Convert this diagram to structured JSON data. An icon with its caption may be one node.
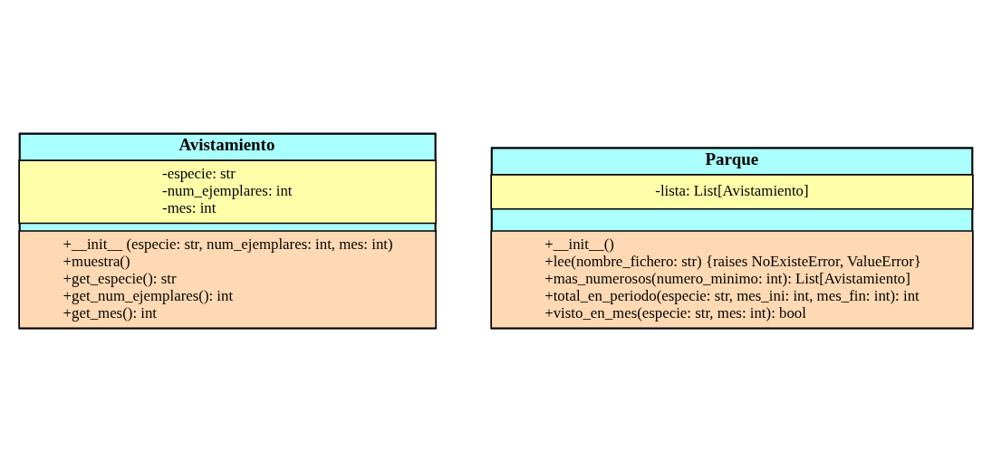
{
  "diagram": {
    "nodes": [
      {
        "text": [
          "Avistamiento"
        ]
      },
      {
        "text": [
          "-especie: str",
          "-num_ejemplares: int",
          "-mes: int"
        ],
        "in": 0
      },
      {
        "text": [
          "+__init__ (especie: str, num_ejemplares: int, mes: int)",
          "+muestra()",
          "+get_especie(): str",
          "+get_num_ejemplares(): int",
          "+get_mes(): int"
        ],
        "in": 0
      },
      {
        "text": [
          "Parque"
        ]
      },
      {
        "text": [
          "-lista: List[Avistamiento]"
        ],
        "in": 3
      },
      {
        "text": [
          "+__init__()",
          "+lee(nombre_fichero: str) {raises NoExisteError, ValueError}",
          "+mas_numerosos(numero_minimo: int): List[Avistamiento]",
          "+total_en_periodo(especie: str, mes_ini: int, mes_fin: int): int",
          "+visto_en_mes(especie: str, mes: int): bool"
        ],
        "in": 3
      }
    ],
    "edges": []
  }
}
